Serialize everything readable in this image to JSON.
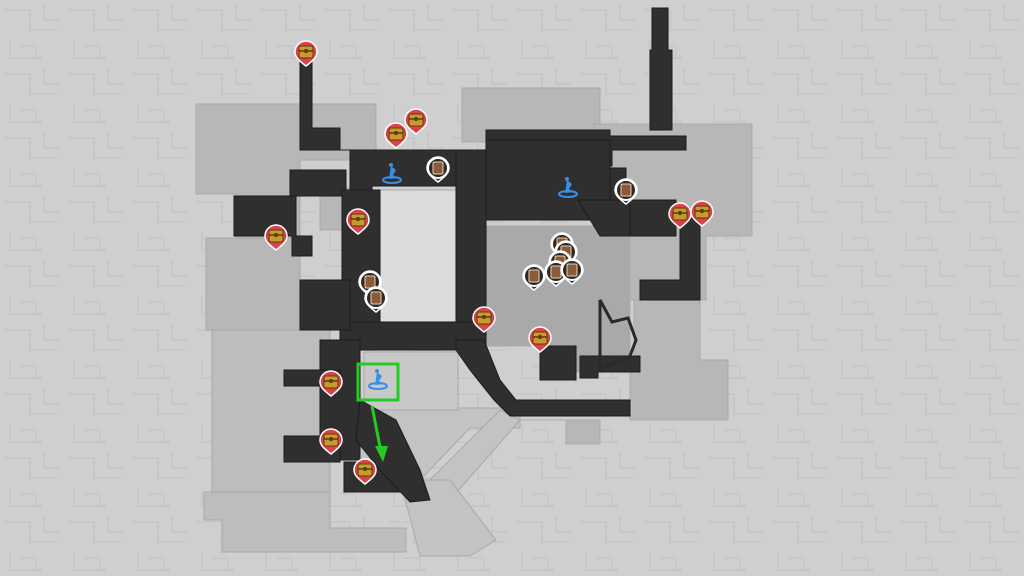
{
  "map": {
    "colors": {
      "background": "#cfcfcf",
      "circuit": "#c2c2c2",
      "outer_area": "#b4b4b4",
      "outer_area_light": "#bfbfbf",
      "walkable": "#2f2f2f",
      "walkable_edge": "#1e1e1e",
      "chest_pin": "#d9434b",
      "chest_icon": "#c89a2a",
      "book_pin": "#ffffff",
      "book_icon": "#8a5a3a",
      "anchor": "#3a8ee8",
      "highlight": "#22cc22"
    },
    "legend_icons": {
      "chest": "treasure-chest-icon",
      "book": "readable-book-icon",
      "anchor": "space-anchor-icon"
    },
    "markers": {
      "chests": [
        {
          "id": "chest-1"
        },
        {
          "id": "chest-2"
        },
        {
          "id": "chest-3"
        },
        {
          "id": "chest-4"
        },
        {
          "id": "chest-5"
        },
        {
          "id": "chest-6"
        },
        {
          "id": "chest-7"
        },
        {
          "id": "chest-8"
        },
        {
          "id": "chest-9"
        },
        {
          "id": "chest-10"
        },
        {
          "id": "chest-11"
        },
        {
          "id": "chest-12"
        },
        {
          "id": "chest-13"
        }
      ],
      "books": [
        {
          "id": "book-1"
        },
        {
          "id": "book-2"
        },
        {
          "id": "book-3"
        },
        {
          "id": "book-4"
        },
        {
          "id": "book-5"
        },
        {
          "id": "book-6"
        },
        {
          "id": "book-7"
        },
        {
          "id": "book-8"
        },
        {
          "id": "book-9"
        },
        {
          "id": "book-10"
        }
      ],
      "anchors": [
        {
          "id": "anchor-1"
        },
        {
          "id": "anchor-2"
        },
        {
          "id": "anchor-3"
        }
      ]
    },
    "highlighted_anchor": "anchor-3",
    "direction_arrow": "guide-arrow-icon"
  }
}
